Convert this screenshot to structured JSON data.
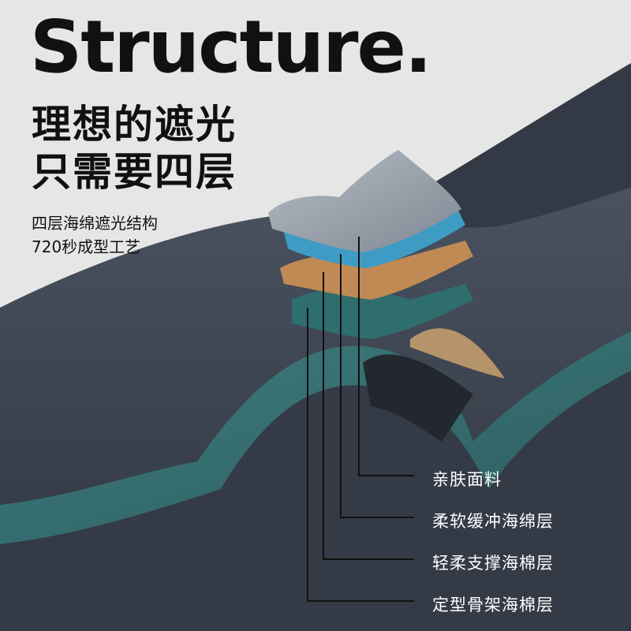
{
  "header": {
    "title": "Structure.",
    "headline_line1": "理想的遮光",
    "headline_line2": "只需要四层",
    "subline_1": "四层海绵遮光结构",
    "subline_2": "720秒成型工艺"
  },
  "layers": [
    {
      "label": "亲肤面料",
      "color": "#9aa3ad"
    },
    {
      "label": "柔软缓冲海绵层",
      "color": "#3e9cc4"
    },
    {
      "label": "轻柔支撑海棉层",
      "color": "#c08a55"
    },
    {
      "label": "定型骨架海棉层",
      "color": "#2f6e6e"
    }
  ],
  "colors": {
    "background": "#e6e6e6",
    "mask_body": "#3a4250",
    "edge_teal": "#4d8a8a",
    "text": "#111111"
  }
}
